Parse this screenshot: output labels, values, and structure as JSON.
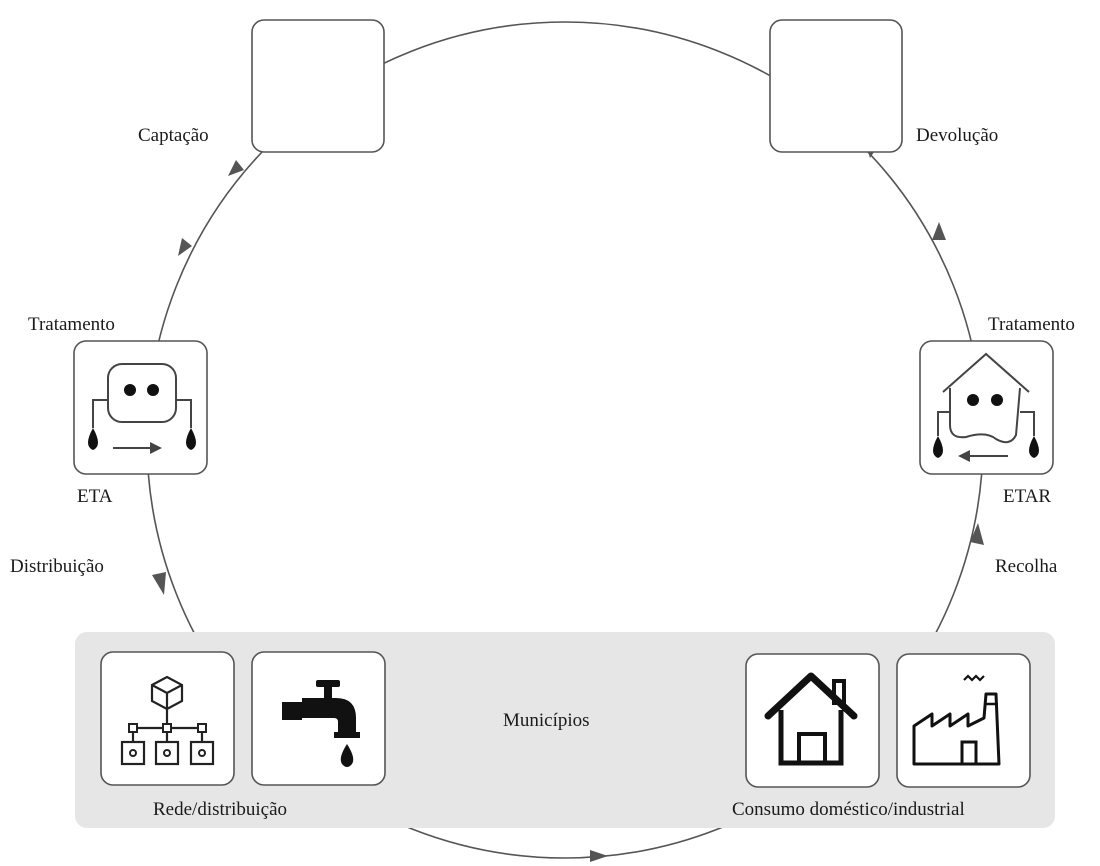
{
  "labels": {
    "captacao": "Captação",
    "devolucao": "Devolução",
    "tratamento_left": "Tratamento",
    "tratamento_right": "Tratamento",
    "eta": "ETA",
    "etar": "ETAR",
    "distribuicao": "Distribuição",
    "recolha": "Recolha",
    "municipios": "Municípios",
    "rede_distribuicao": "Rede/distribuição",
    "consumo": "Consumo doméstico/industrial"
  },
  "colors": {
    "line": "#555555",
    "panel": "#e6e6e6",
    "water_light": "#cfcfcf",
    "water_mid": "#a9a9a9",
    "water_dark": "#8a8a8a"
  },
  "icons": {
    "captacao": "water-waves-icon",
    "devolucao": "water-waves-icon",
    "eta": "water-treatment-plant-icon",
    "etar": "wastewater-treatment-plant-icon",
    "rede": "distribution-network-icon",
    "torneira": "water-tap-icon",
    "casa": "house-icon",
    "fabrica": "factory-icon"
  }
}
